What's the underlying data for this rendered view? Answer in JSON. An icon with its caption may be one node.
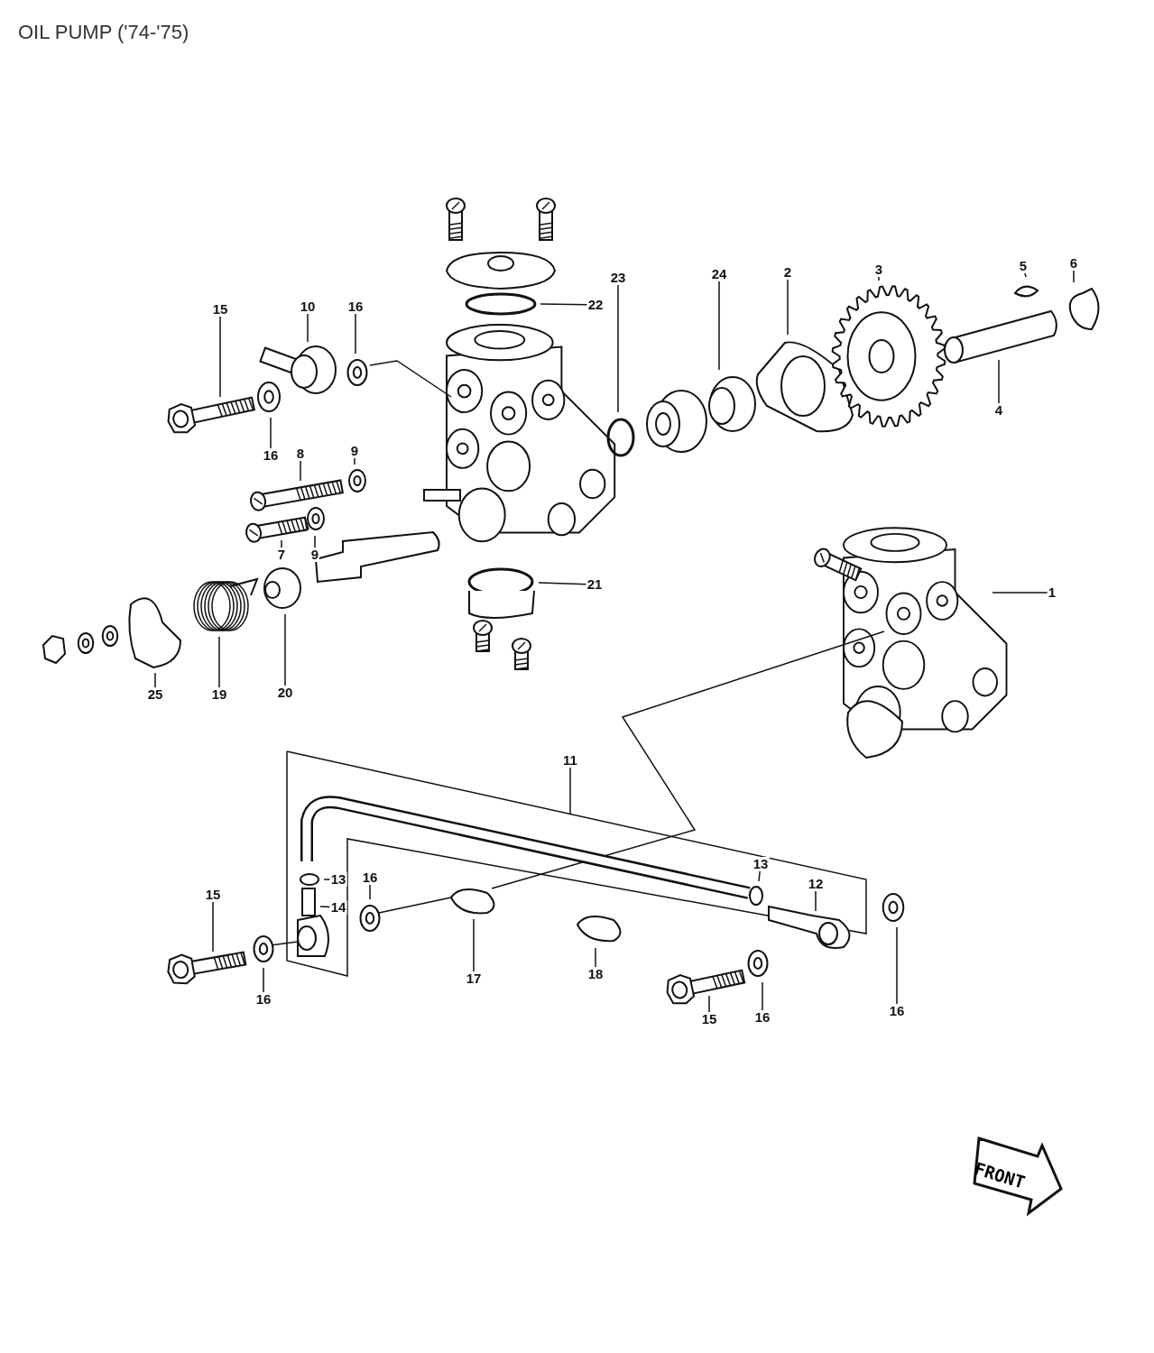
{
  "diagram": {
    "title": "OIL PUMP ('74-'75)",
    "nodes": [
      {
        "text": [
          "15"
        ]
      },
      {
        "text": [
          "10"
        ]
      },
      {
        "text": [
          "16"
        ]
      },
      {
        "text": [
          "16"
        ]
      },
      {
        "text": [
          "8"
        ]
      },
      {
        "text": [
          "9"
        ]
      },
      {
        "text": [
          "7"
        ]
      },
      {
        "text": [
          "9"
        ]
      },
      {
        "text": [
          "25"
        ]
      },
      {
        "text": [
          "19"
        ]
      },
      {
        "text": [
          "20"
        ]
      },
      {
        "text": [
          "22"
        ]
      },
      {
        "text": [
          "23"
        ]
      },
      {
        "text": [
          "24"
        ]
      },
      {
        "text": [
          "2"
        ]
      },
      {
        "text": [
          "3"
        ]
      },
      {
        "text": [
          "5"
        ]
      },
      {
        "text": [
          "6"
        ]
      },
      {
        "text": [
          "4"
        ]
      },
      {
        "text": [
          "21"
        ]
      },
      {
        "text": [
          "1"
        ]
      },
      {
        "text": [
          "11"
        ]
      },
      {
        "text": [
          "13"
        ]
      },
      {
        "text": [
          "14"
        ]
      },
      {
        "text": [
          "16"
        ]
      },
      {
        "text": [
          "15"
        ]
      },
      {
        "text": [
          "16"
        ]
      },
      {
        "text": [
          "17"
        ]
      },
      {
        "text": [
          "18"
        ]
      },
      {
        "text": [
          "13"
        ]
      },
      {
        "text": [
          "12"
        ]
      },
      {
        "text": [
          "15"
        ]
      },
      {
        "text": [
          "16"
        ]
      },
      {
        "text": [
          "16"
        ]
      }
    ],
    "edges": [
      {
        "from": 0,
        "to": null,
        "arrow": "none"
      },
      {
        "from": 1,
        "to": null,
        "arrow": "none"
      },
      {
        "from": 2,
        "to": null,
        "arrow": "none"
      },
      {
        "from": 3,
        "to": null,
        "arrow": "none"
      },
      {
        "from": 4,
        "to": null,
        "arrow": "none"
      },
      {
        "from": 5,
        "to": null,
        "arrow": "none"
      },
      {
        "from": 6,
        "to": null,
        "arrow": "none"
      },
      {
        "from": 7,
        "to": null,
        "arrow": "none"
      },
      {
        "from": 8,
        "to": null,
        "arrow": "none"
      },
      {
        "from": 9,
        "to": null,
        "arrow": "none"
      },
      {
        "from": 10,
        "to": null,
        "arrow": "none"
      },
      {
        "from": 11,
        "to": null,
        "arrow": "none"
      },
      {
        "from": 12,
        "to": null,
        "arrow": "none"
      },
      {
        "from": 13,
        "to": null,
        "arrow": "none"
      },
      {
        "from": 14,
        "to": null,
        "arrow": "none"
      },
      {
        "from": 15,
        "to": null,
        "arrow": "none"
      },
      {
        "from": 16,
        "to": null,
        "arrow": "none"
      },
      {
        "from": 17,
        "to": null,
        "arrow": "none"
      },
      {
        "from": 18,
        "to": null,
        "arrow": "none"
      },
      {
        "from": 19,
        "to": null,
        "arrow": "none"
      },
      {
        "from": 20,
        "to": null,
        "arrow": "none"
      },
      {
        "from": 21,
        "to": null,
        "arrow": "none"
      },
      {
        "from": 22,
        "to": null,
        "arrow": "none"
      },
      {
        "from": 23,
        "to": null,
        "arrow": "none"
      },
      {
        "from": 24,
        "to": null,
        "arrow": "none"
      },
      {
        "from": 25,
        "to": null,
        "arrow": "none"
      },
      {
        "from": 26,
        "to": null,
        "arrow": "none"
      },
      {
        "from": 27,
        "to": null,
        "arrow": "none"
      },
      {
        "from": 28,
        "to": null,
        "arrow": "none"
      },
      {
        "from": 29,
        "to": null,
        "arrow": "none"
      },
      {
        "from": 30,
        "to": null,
        "arrow": "none"
      },
      {
        "from": 31,
        "to": null,
        "arrow": "none"
      },
      {
        "from": 32,
        "to": null,
        "arrow": "none"
      },
      {
        "from": 33,
        "to": null,
        "arrow": "none"
      }
    ],
    "labels": [
      "FRONT"
    ]
  }
}
